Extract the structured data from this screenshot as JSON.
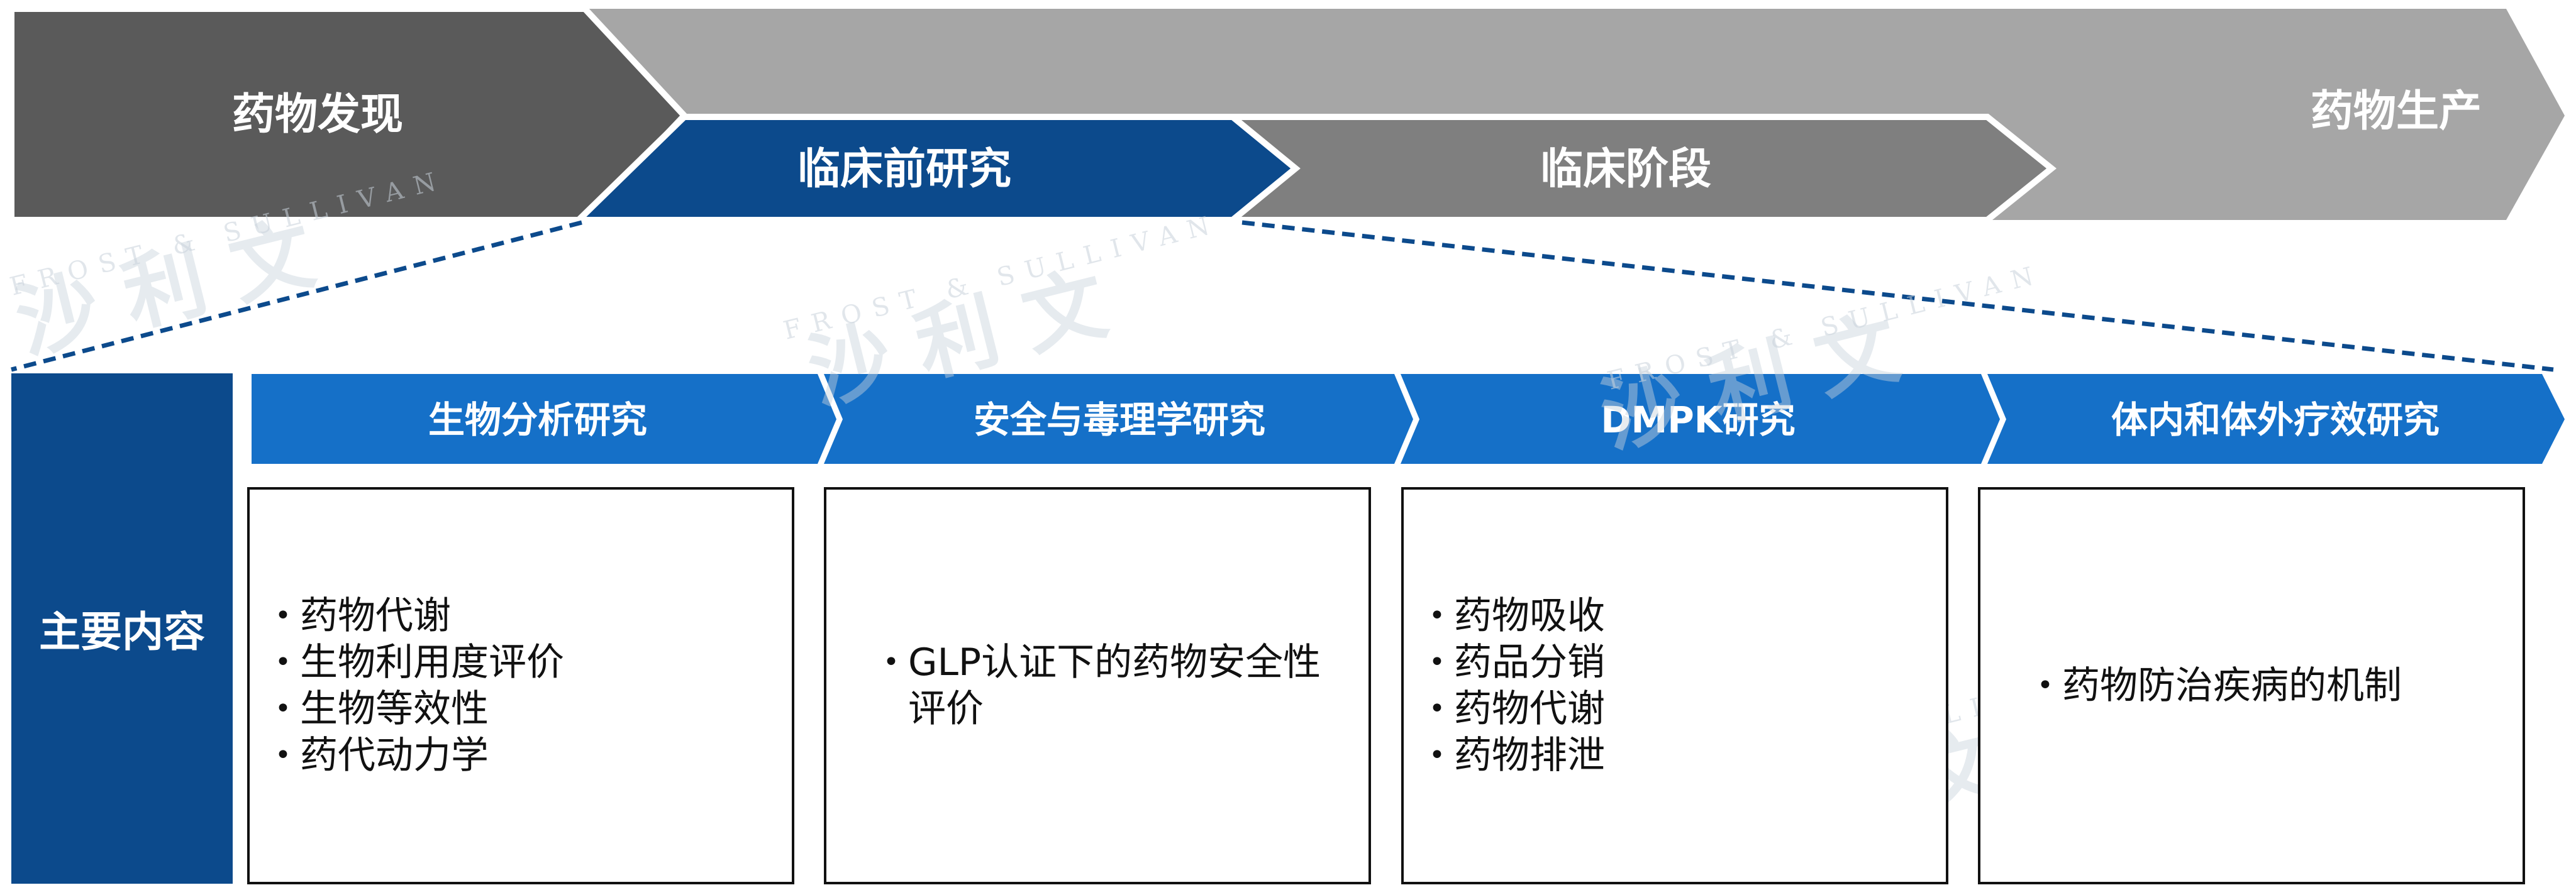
{
  "top_stages": {
    "discovery": "药物发现",
    "preclinical": "临床前研究",
    "clinical": "临床阶段",
    "production": "药物生产"
  },
  "side_label": "主要内容",
  "sections": [
    {
      "title": "生物分析研究",
      "items": [
        "药物代谢",
        "生物利用度评价",
        "生物等效性",
        "药代动力学"
      ]
    },
    {
      "title": "安全与毒理学研究",
      "items": [
        "GLP认证下的药物安全性评价"
      ]
    },
    {
      "title": "DMPK研究",
      "items": [
        "药物吸收",
        "药品分销",
        "药物代谢",
        "药物排泄"
      ]
    },
    {
      "title": "体内和体外疗效研究",
      "items": [
        "药物防治疾病的机制"
      ]
    }
  ],
  "watermark": {
    "cn": "沙 利 文",
    "en": "FROST & SULLIVAN"
  },
  "colors": {
    "dark_gray": "#5a5a5a",
    "light_gray": "#a6a6a6",
    "mid_gray": "#7f7f7f",
    "navy": "#0c4a8c",
    "blue": "#1570c8"
  }
}
